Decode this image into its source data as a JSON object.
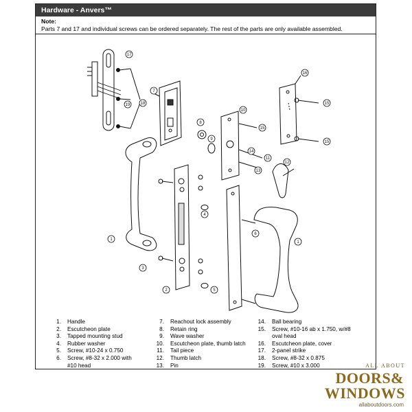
{
  "header": {
    "title": "Hardware - Anvers™"
  },
  "note": {
    "label": "Note:",
    "text": "Parts 7 and 17 and individual screws can be ordered separately. The rest of the parts are only available assembled."
  },
  "callouts": [
    "1",
    "2",
    "3",
    "4",
    "5",
    "6",
    "7",
    "8",
    "9",
    "10",
    "11",
    "12",
    "13",
    "14",
    "15",
    "16",
    "17",
    "18",
    "19"
  ],
  "parts": [
    {
      "num": "1.",
      "label": "Handle"
    },
    {
      "num": "2.",
      "label": "Escutcheon plate"
    },
    {
      "num": "3.",
      "label": "Tapped mounting stud"
    },
    {
      "num": "4.",
      "label": "Rubber washer"
    },
    {
      "num": "5.",
      "label": "Screw, #10-24 x 0.750"
    },
    {
      "num": "6.",
      "label": "Screw, #8-32 x 2.000 with\n#10 head"
    },
    {
      "num": "7.",
      "label": "Reachout lock assembly"
    },
    {
      "num": "8.",
      "label": "Retain ring"
    },
    {
      "num": "9.",
      "label": "Wave washer"
    },
    {
      "num": "10.",
      "label": "Escutcheon plate, thumb latch"
    },
    {
      "num": "11.",
      "label": "Tail piece"
    },
    {
      "num": "12.",
      "label": "Thumb latch"
    },
    {
      "num": "13.",
      "label": "Pin"
    },
    {
      "num": "14.",
      "label": "Ball bearing"
    },
    {
      "num": "15.",
      "label": "Screw, #10-16 ab x 1.750, w/#8\noval head"
    },
    {
      "num": "16.",
      "label": "Escutcheon plate, cover"
    },
    {
      "num": "17.",
      "label": "2-panel strike"
    },
    {
      "num": "18.",
      "label": "Screw, #8-32 x 0.875"
    },
    {
      "num": "19.",
      "label": "Screw, #10 x 3.000"
    }
  ],
  "logo": {
    "top": "ALL ABOUT",
    "line1": "DOORS&",
    "line2": "WINDOWS",
    "url": "allaboutdoors.com"
  }
}
